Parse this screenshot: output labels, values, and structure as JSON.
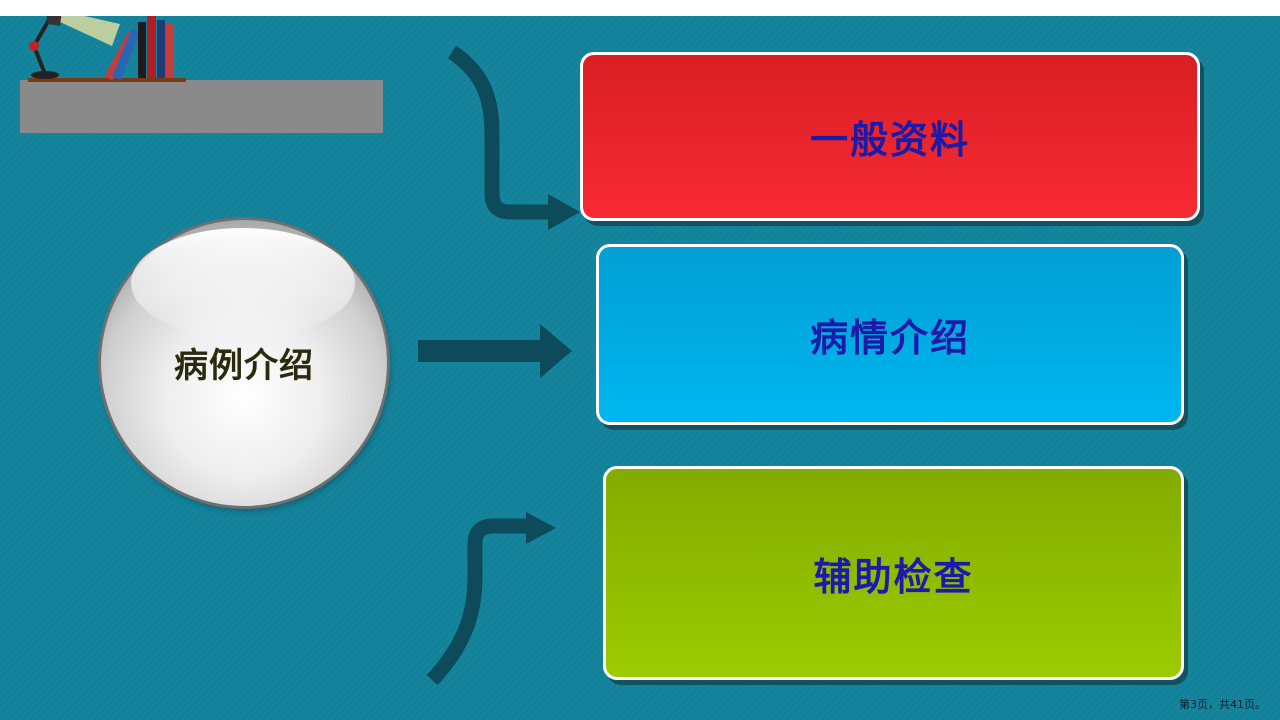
{
  "slide": {
    "center_label": "病例介绍",
    "boxes": [
      {
        "label": "一般资料",
        "color": "#f72a33"
      },
      {
        "label": "病情介绍",
        "color": "#00b6f0"
      },
      {
        "label": "辅助检查",
        "color": "#9ccb00"
      }
    ],
    "page_indicator": "第3页，共41页。"
  },
  "colors": {
    "background": "#12829a",
    "arrow": "#0d4a5a",
    "box_text": "#1c1aa8"
  },
  "icons": [
    "desk-lamp-icon",
    "books-icon"
  ]
}
